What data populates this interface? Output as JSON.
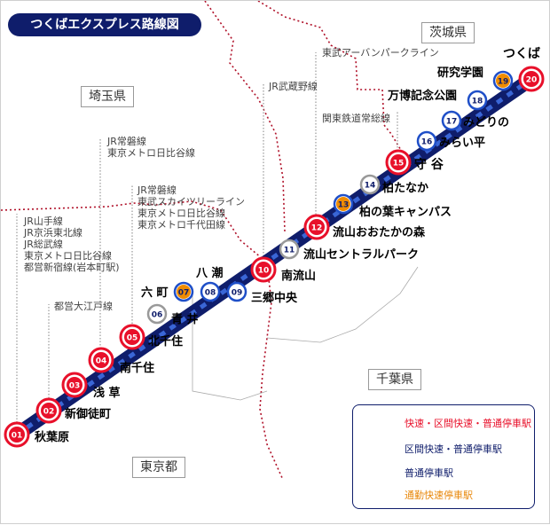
{
  "title": "つくばエクスプレス路線図",
  "prefectures": [
    {
      "id": "ibaraki",
      "name": "茨城県"
    },
    {
      "id": "saitama",
      "name": "埼玉県"
    },
    {
      "id": "chiba",
      "name": "千葉県"
    },
    {
      "id": "tokyo",
      "name": "東京都"
    }
  ],
  "stations": [
    {
      "id": "01",
      "name": "秋葉原",
      "type": "rapid"
    },
    {
      "id": "02",
      "name": "新御徒町",
      "type": "rapid"
    },
    {
      "id": "03",
      "name": "浅 草",
      "type": "rapid"
    },
    {
      "id": "04",
      "name": "南千住",
      "type": "rapid"
    },
    {
      "id": "05",
      "name": "北千住",
      "type": "rapid"
    },
    {
      "id": "06",
      "name": "青 井",
      "type": "local"
    },
    {
      "id": "07",
      "name": "六 町",
      "type": "commuter"
    },
    {
      "id": "08",
      "name": "八 潮",
      "type": "semi"
    },
    {
      "id": "09",
      "name": "三郷中央",
      "type": "semi"
    },
    {
      "id": "10",
      "name": "南流山",
      "type": "rapid"
    },
    {
      "id": "11",
      "name": "流山セントラルパーク",
      "type": "local"
    },
    {
      "id": "12",
      "name": "流山おおたかの森",
      "type": "rapid"
    },
    {
      "id": "13",
      "name": "柏の葉キャンパス",
      "type": "commuter"
    },
    {
      "id": "14",
      "name": "柏たなか",
      "type": "local"
    },
    {
      "id": "15",
      "name": "守 谷",
      "type": "rapid"
    },
    {
      "id": "16",
      "name": "みらい平",
      "type": "semi"
    },
    {
      "id": "17",
      "name": "みどりの",
      "type": "semi"
    },
    {
      "id": "18",
      "name": "万博記念公園",
      "type": "semi"
    },
    {
      "id": "19",
      "name": "研究学園",
      "type": "commuter"
    },
    {
      "id": "20",
      "name": "つくば",
      "type": "rapid"
    }
  ],
  "transfers": {
    "akihabara": [
      "JR山手線",
      "JR京浜東北線",
      "JR総武線",
      "東京メトロ日比谷線",
      "都営新宿線(岩本町駅)"
    ],
    "shinokachimachi": [
      "都営大江戸線"
    ],
    "minamisenju": [
      "JR常磐線",
      "東京メトロ日比谷線"
    ],
    "kitasenju": [
      "JR常磐線",
      "東武スカイツリーライン",
      "東京メトロ日比谷線",
      "東京メトロ千代田線"
    ],
    "minaminagareyama": [
      "JR武蔵野線"
    ],
    "nagareyamaotakanomori": [
      "東武アーバンパークライン"
    ],
    "moriya": [
      "関東鉄道常総線"
    ]
  },
  "legend": [
    {
      "type": "rapid",
      "label": "快速・区間快速・普通停車駅",
      "color": "#e8102a"
    },
    {
      "type": "semi",
      "label": "区間快速・普通停車駅",
      "color": "#0f1d6b"
    },
    {
      "type": "local",
      "label": "普通停車駅",
      "color": "#0f1d6b"
    },
    {
      "type": "commuter",
      "label": "通勤快速停車駅",
      "color": "#e8880c"
    }
  ],
  "colors": {
    "line": "#0f1d6b",
    "rapid": "#e8102a",
    "semi": "#1f4fc8",
    "local": "#999999",
    "commuter": "#f08c00",
    "boundary": "#b0122a"
  }
}
